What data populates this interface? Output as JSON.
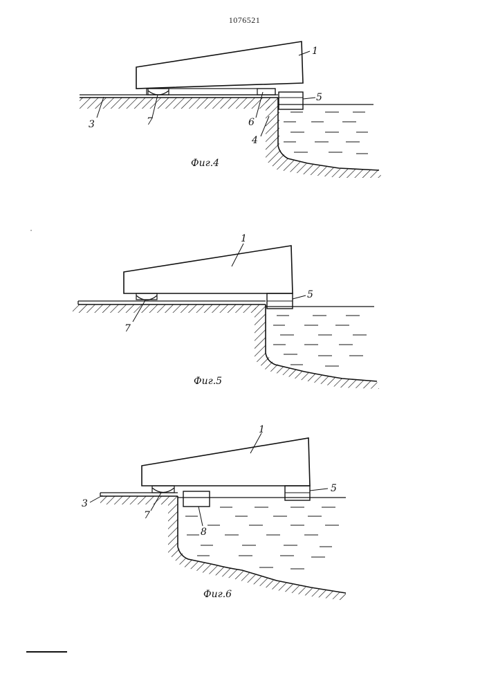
{
  "patent_number": "1076521",
  "figures": [
    {
      "caption": "Фиг.4",
      "labels": {
        "l1": "1",
        "l3": "3",
        "l4": "4",
        "l5": "5",
        "l6": "6",
        "l7": "7"
      }
    },
    {
      "caption": "Фиг.5",
      "labels": {
        "l1": "1",
        "l5": "5",
        "l7": "7"
      }
    },
    {
      "caption": "Фиг.6",
      "labels": {
        "l1": "1",
        "l3": "3",
        "l5": "5",
        "l7": "7",
        "l8": "8"
      }
    }
  ]
}
